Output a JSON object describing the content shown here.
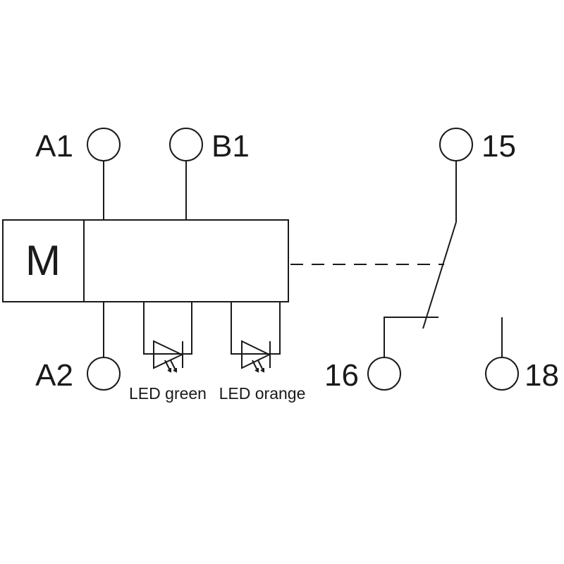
{
  "module": {
    "label": "M"
  },
  "terminals": {
    "a1": "A1",
    "b1": "B1",
    "a2": "A2",
    "t15": "15",
    "t16": "16",
    "t18": "18"
  },
  "leds": {
    "green": "LED green",
    "orange": "LED orange"
  },
  "colors": {
    "stroke": "#1a1a1a",
    "background": "#ffffff"
  }
}
